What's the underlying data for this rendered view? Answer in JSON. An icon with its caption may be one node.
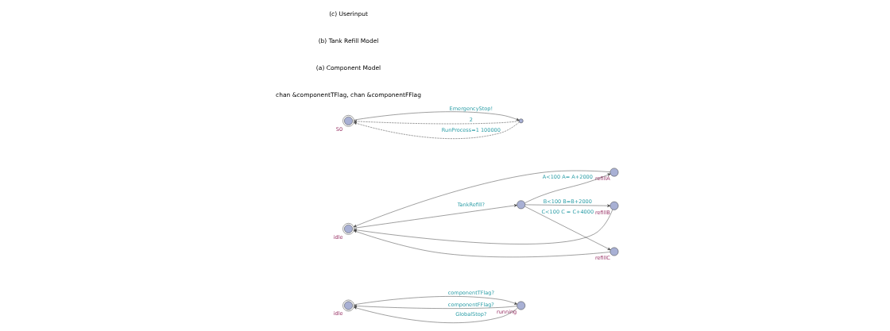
{
  "diagram": {
    "nodes": [
      {
        "text": [],
        "shape": "doublecircle",
        "beside": [
          "idle"
        ]
      },
      {
        "text": [],
        "shape": "circle",
        "beside": [
          "running"
        ]
      },
      {
        "text": [],
        "shape": "doublecircle",
        "beside": [
          "idle"
        ]
      },
      {
        "text": [],
        "shape": "circle"
      },
      {
        "text": [],
        "shape": "circle",
        "beside": [
          "refillA"
        ]
      },
      {
        "text": [],
        "shape": "circle",
        "beside": [
          "refillB"
        ]
      },
      {
        "text": [],
        "shape": "circle",
        "beside": [
          "refillC"
        ]
      },
      {
        "text": [],
        "shape": "doublecircle",
        "beside": [
          "S0"
        ]
      },
      {
        "text": [],
        "shape": "circle"
      }
    ],
    "edges": [
      {
        "from": 0,
        "to": 1,
        "arrow": "to",
        "label": "componentTFlag?"
      },
      {
        "from": 1,
        "to": 0,
        "arrow": "to",
        "label": "componentFFlag?"
      },
      {
        "from": 1,
        "to": 0,
        "arrow": "to",
        "label": "GlobalStop?"
      },
      {
        "from": 2,
        "to": 3,
        "arrow": "to",
        "label": "TankRefill?"
      },
      {
        "from": 3,
        "to": 4,
        "arrow": "to",
        "label": "A<100 A= A+2000"
      },
      {
        "from": 3,
        "to": 5,
        "arrow": "to",
        "label": "B<100 B=B+2000"
      },
      {
        "from": 3,
        "to": 6,
        "arrow": "to",
        "label": "C<100 C = C+4000"
      },
      {
        "from": 4,
        "to": 2,
        "arrow": "to"
      },
      {
        "from": 5,
        "to": 2,
        "arrow": "to"
      },
      {
        "from": 6,
        "to": 2,
        "arrow": "to"
      },
      {
        "from": 7,
        "to": 8,
        "arrow": "to",
        "label": "EmergencyStop!"
      },
      {
        "from": 8,
        "to": 7,
        "arrow": "to",
        "label": "2",
        "style": "dashed"
      },
      {
        "from": 8,
        "to": 7,
        "arrow": "to",
        "label": "RunProcess=1 100000",
        "style": "dashed"
      }
    ],
    "labels": [
      "chan &componentTFlag, chan &componentFFlag",
      "(a) Component Model",
      "(b) Tank Refill Model",
      "(c) Userinput"
    ]
  }
}
